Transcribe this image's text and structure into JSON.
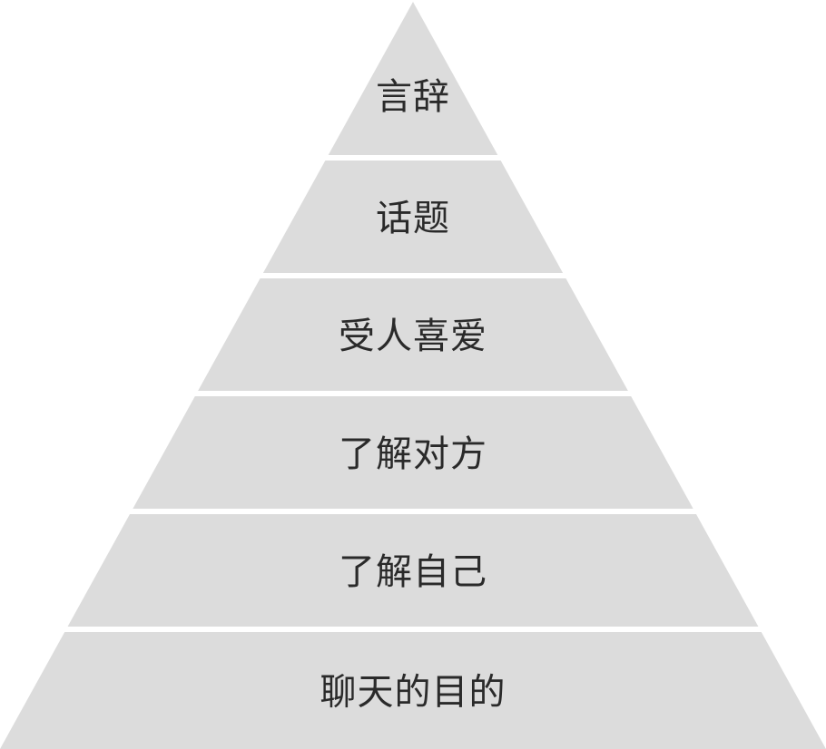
{
  "pyramid": {
    "fill_color": "#dcdcdc",
    "gap_color": "#ffffff",
    "text_color": "#2a2a2a",
    "tiers_top_to_bottom": [
      {
        "label": "言辞"
      },
      {
        "label": "话题"
      },
      {
        "label": "受人喜爱"
      },
      {
        "label": "了解对方"
      },
      {
        "label": "了解自己"
      },
      {
        "label": "聊天的目的"
      }
    ]
  }
}
